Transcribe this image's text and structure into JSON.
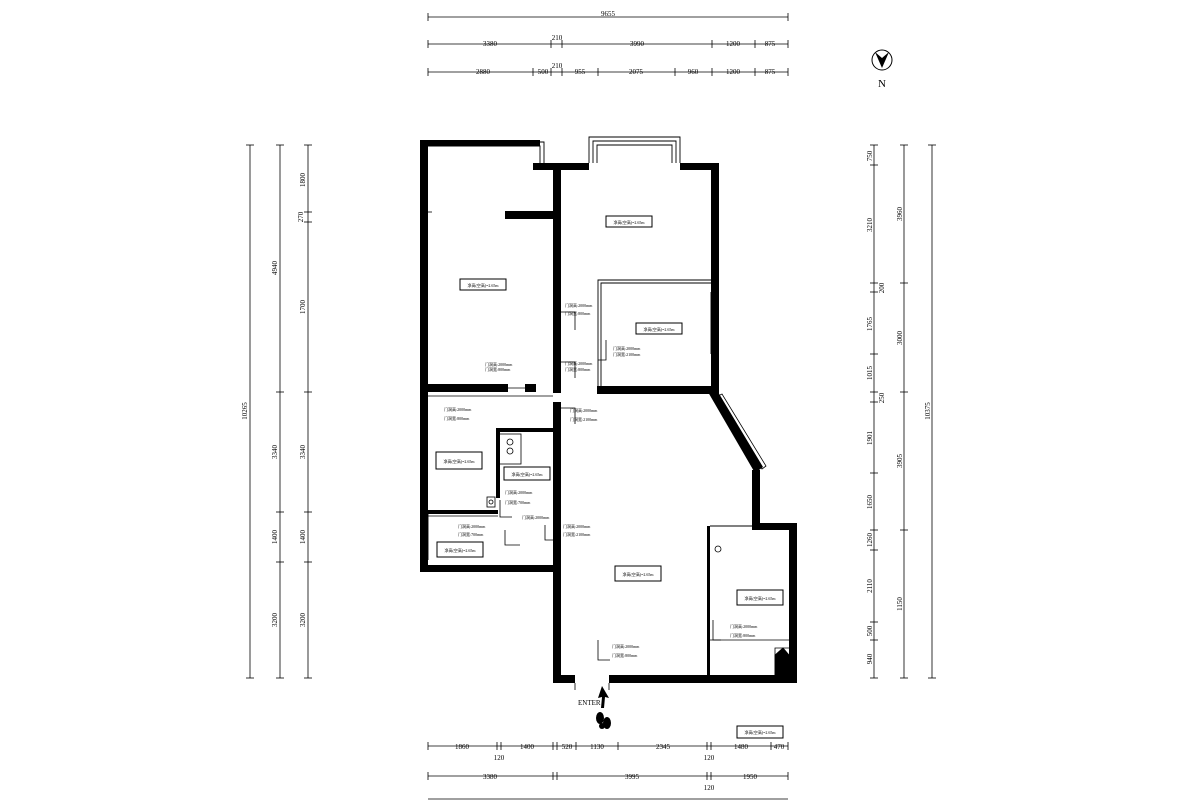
{
  "compass": {
    "label": "N",
    "icon": "north-arrow-icon"
  },
  "entrance": {
    "label": "ENTER"
  },
  "dimensions": {
    "top": {
      "row1": [
        "9655"
      ],
      "row2": [
        "3380",
        "210",
        "3990",
        "1200",
        "875"
      ],
      "row3": [
        "2880",
        "500",
        "210",
        "955",
        "2075",
        "960",
        "1200",
        "875"
      ]
    },
    "bottom": {
      "row1": [
        "1860",
        "1400",
        "520",
        "1130",
        "2345",
        "1480",
        "470"
      ],
      "row1_sub": [
        "120",
        "120"
      ],
      "row2": [
        "3380",
        "3995",
        "1950"
      ],
      "row2_sub": [
        "120"
      ]
    },
    "left": {
      "outer": [
        "10265"
      ],
      "middle": [
        "4940",
        "3340",
        "1400",
        "3200"
      ],
      "inner": [
        "1800",
        "270",
        "1700",
        "3340",
        "1400",
        "3200"
      ]
    },
    "right": {
      "outer": [
        "10375"
      ],
      "middle": [
        "3960",
        "3000",
        "3905",
        "1150"
      ],
      "inner": [
        "750",
        "3210",
        "200",
        "1765",
        "1015",
        "250",
        "1901",
        "1650",
        "1260",
        "2110",
        "500",
        "940"
      ]
    }
  },
  "room_tags": [
    "净高(空高)=2.65m",
    "净高(空高)=2.65m",
    "净高(空高)=2.65m",
    "净高(空高)=2.65m",
    "净高(空高)=2.65m",
    "净高(空高)=2.65m",
    "净高(空高)=2.65m",
    "净高(空高)=2.65m",
    "净高(空高)=2.65m"
  ],
  "door_notes": [
    [
      "门洞高:2000mm",
      "门洞宽:800mm"
    ],
    [
      "门洞高:2000mm",
      "门洞宽:800mm"
    ],
    [
      "门洞高:2000mm",
      "门洞宽:800mm"
    ],
    [
      "门洞高:2000mm",
      "门洞宽:2100mm"
    ],
    [
      "门洞高:2000mm",
      "门洞宽:2100mm"
    ],
    [
      "门洞高:2000mm",
      "门洞宽:800mm"
    ],
    [
      "门洞高:2000mm",
      "门洞宽:700mm"
    ],
    [
      "门洞高:2000mm",
      "门洞宽:700mm"
    ],
    [
      "门洞高:2000mm",
      "门洞宽:2100mm"
    ],
    [
      "门洞高:2000mm",
      "门洞宽:800mm"
    ],
    [
      "门洞高:2000mm",
      "门洞宽:800mm"
    ],
    [
      "门洞高:2000mm",
      "门洞宽:2100mm"
    ]
  ],
  "colors": {
    "wall": "#000000",
    "line": "#000000",
    "background": "#ffffff"
  }
}
